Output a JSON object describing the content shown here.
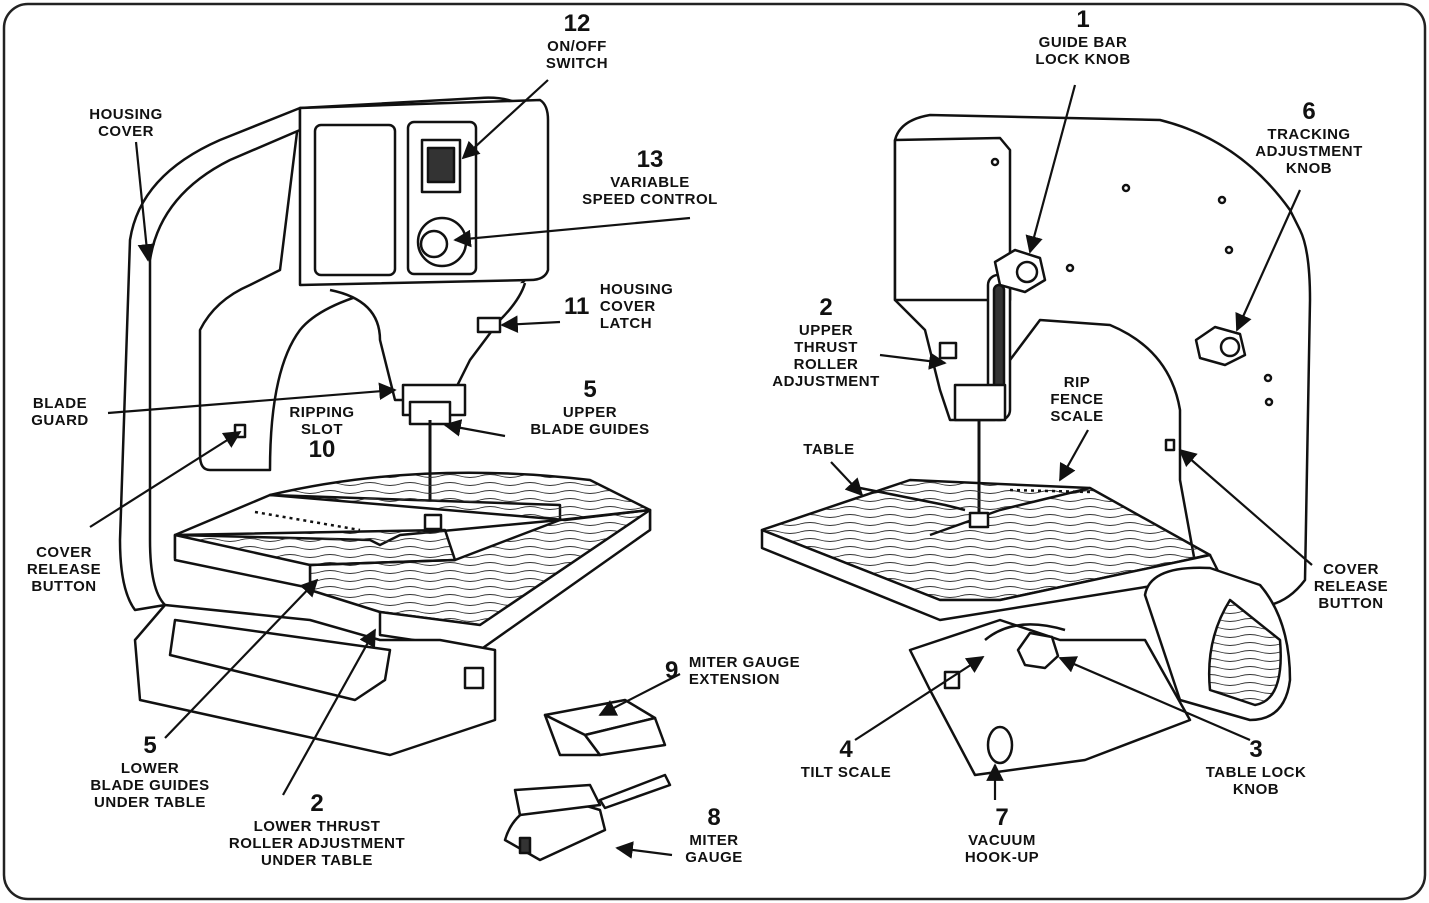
{
  "callouts": {
    "guide_bar_lock_knob": {
      "number": "1",
      "text": "GUIDE BAR\nLOCK KNOB"
    },
    "on_off_switch": {
      "number": "12",
      "text": "ON/OFF\nSWITCH"
    },
    "housing_cover": {
      "number": "",
      "text": "HOUSING\nCOVER"
    },
    "variable_speed_control": {
      "number": "13",
      "text": "VARIABLE\nSPEED CONTROL"
    },
    "tracking_adjustment_knob": {
      "number": "6",
      "text": "TRACKING\nADJUSTMENT\nKNOB"
    },
    "housing_cover_latch": {
      "number": "11",
      "text": "HOUSING\nCOVER\nLATCH"
    },
    "upper_thrust_roller_adjustment": {
      "number": "2",
      "text": "UPPER\nTHRUST\nROLLER\nADJUSTMENT"
    },
    "blade_guard": {
      "number": "",
      "text": "BLADE\nGUARD"
    },
    "ripping_slot": {
      "number": "10",
      "text": "RIPPING\nSLOT"
    },
    "upper_blade_guides": {
      "number": "5",
      "text": "UPPER\nBLADE GUIDES"
    },
    "rip_fence_scale": {
      "number": "",
      "text": "RIP\nFENCE\nSCALE"
    },
    "table": {
      "number": "",
      "text": "TABLE"
    },
    "cover_release_button_left": {
      "number": "",
      "text": "COVER\nRELEASE\nBUTTON"
    },
    "cover_release_button_right": {
      "number": "",
      "text": "COVER\nRELEASE\nBUTTON"
    },
    "miter_gauge_extension": {
      "number": "9",
      "text": "MITER GAUGE\nEXTENSION"
    },
    "lower_blade_guides": {
      "number": "5",
      "text": "LOWER\nBLADE GUIDES\nUNDER TABLE"
    },
    "tilt_scale": {
      "number": "4",
      "text": "TILT SCALE"
    },
    "table_lock_knob": {
      "number": "3",
      "text": "TABLE LOCK\nKNOB"
    },
    "lower_thrust_roller_adjustment": {
      "number": "2",
      "text": "LOWER THRUST\nROLLER ADJUSTMENT\nUNDER TABLE"
    },
    "miter_gauge": {
      "number": "8",
      "text": "MITER\nGAUGE"
    },
    "vacuum_hook_up": {
      "number": "7",
      "text": "VACUUM\nHOOK-UP"
    }
  }
}
